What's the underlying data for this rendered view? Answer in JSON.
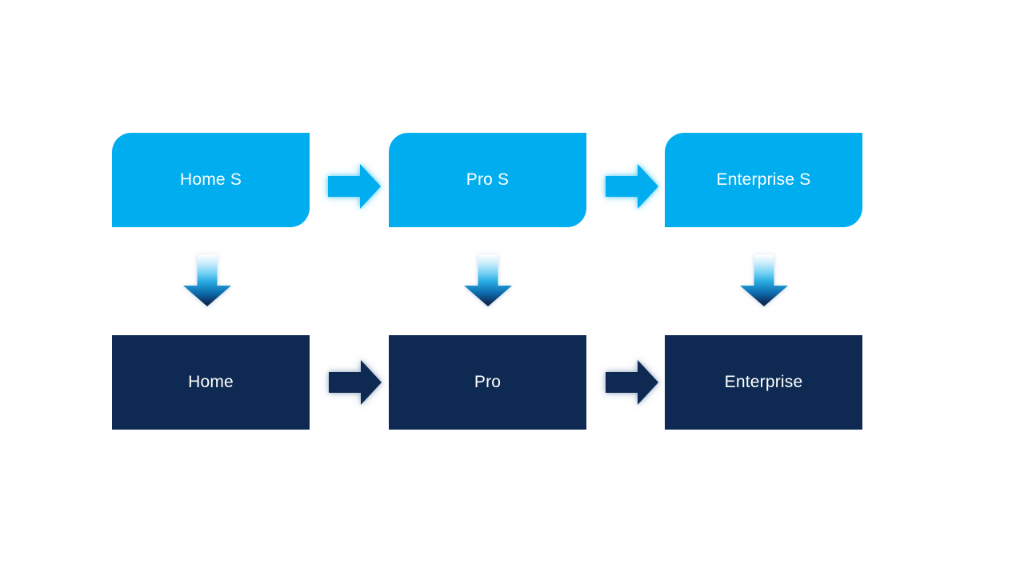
{
  "diagram": {
    "columns": [
      {
        "top_label": "Home S",
        "bottom_label": "Home"
      },
      {
        "top_label": "Pro S",
        "bottom_label": "Pro"
      },
      {
        "top_label": "Enterprise S",
        "bottom_label": "Enterprise"
      }
    ],
    "colors": {
      "background": "#FFFFFF",
      "top_box_fill": "#00AEEF",
      "bottom_box_fill": "#0E2A52",
      "text": "#FFFFFF",
      "arrow_cyan": "#00AEEF",
      "arrow_navy": "#0E2A52",
      "down_arrow_gradient_top": "#FFFFFF",
      "down_arrow_gradient_mid": "#29ABE2",
      "down_arrow_gradient_bottom": "#0E2A52"
    }
  }
}
